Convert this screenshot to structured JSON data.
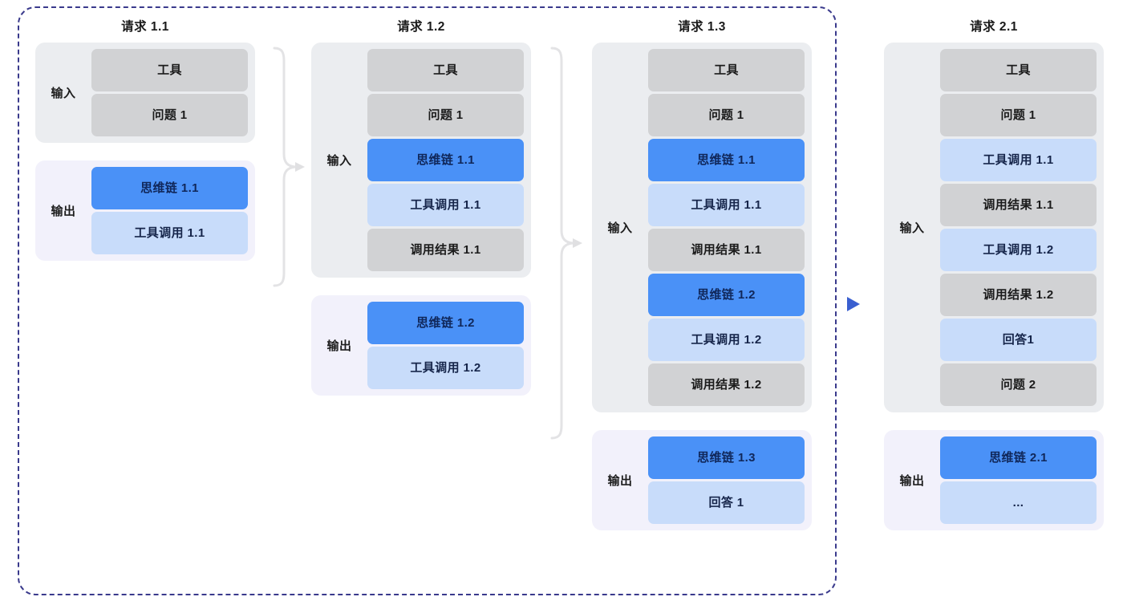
{
  "diagram": {
    "title_semantic": "agent-multi-turn-context-growth",
    "session_boundary_label": "dashed-session-boundary",
    "colors": {
      "dashed_border": "#3a3a8c",
      "input_panel": "#ebedf0",
      "output_panel": "#f2f1fb",
      "chip_gray": "#d1d2d4",
      "chip_blue_solid": "#4a91f7",
      "chip_blue_light": "#c8dcfa",
      "brace": "#e2e2e4",
      "arrow_blue": "#3a5fd0",
      "canvas": "#ffffff"
    },
    "labels": {
      "input": "输入",
      "output": "输出"
    }
  },
  "columns": [
    {
      "id": "request-1-1",
      "title": "请求 1.1",
      "input": {
        "label": "输入",
        "chips": [
          {
            "text": "工具",
            "style": "gray"
          },
          {
            "text": "问题 1",
            "style": "gray"
          }
        ]
      },
      "output": {
        "label": "输出",
        "chips": [
          {
            "text": "思维链 1.1",
            "style": "blue-solid"
          },
          {
            "text": "工具调用 1.1",
            "style": "blue-light"
          }
        ]
      }
    },
    {
      "id": "request-1-2",
      "title": "请求 1.2",
      "input": {
        "label": "输入",
        "chips": [
          {
            "text": "工具",
            "style": "gray"
          },
          {
            "text": "问题 1",
            "style": "gray"
          },
          {
            "text": "思维链 1.1",
            "style": "blue-solid"
          },
          {
            "text": "工具调用 1.1",
            "style": "blue-light"
          },
          {
            "text": "调用结果 1.1",
            "style": "gray"
          }
        ]
      },
      "output": {
        "label": "输出",
        "chips": [
          {
            "text": "思维链 1.2",
            "style": "blue-solid"
          },
          {
            "text": "工具调用 1.2",
            "style": "blue-light"
          }
        ]
      }
    },
    {
      "id": "request-1-3",
      "title": "请求 1.3",
      "input": {
        "label": "输入",
        "chips": [
          {
            "text": "工具",
            "style": "gray"
          },
          {
            "text": "问题 1",
            "style": "gray"
          },
          {
            "text": "思维链 1.1",
            "style": "blue-solid"
          },
          {
            "text": "工具调用 1.1",
            "style": "blue-light"
          },
          {
            "text": "调用结果 1.1",
            "style": "gray"
          },
          {
            "text": "思维链 1.2",
            "style": "blue-solid"
          },
          {
            "text": "工具调用 1.2",
            "style": "blue-light"
          },
          {
            "text": "调用结果 1.2",
            "style": "gray"
          }
        ]
      },
      "output": {
        "label": "输出",
        "chips": [
          {
            "text": "思维链 1.3",
            "style": "blue-solid"
          },
          {
            "text": "回答 1",
            "style": "blue-light"
          }
        ]
      }
    },
    {
      "id": "request-2-1",
      "title": "请求 2.1",
      "input": {
        "label": "输入",
        "chips": [
          {
            "text": "工具",
            "style": "gray"
          },
          {
            "text": "问题 1",
            "style": "gray"
          },
          {
            "text": "工具调用 1.1",
            "style": "blue-light"
          },
          {
            "text": "调用结果 1.1",
            "style": "gray"
          },
          {
            "text": "工具调用 1.2",
            "style": "blue-light"
          },
          {
            "text": "调用结果 1.2",
            "style": "gray"
          },
          {
            "text": "回答1",
            "style": "blue-light"
          },
          {
            "text": "问题 2",
            "style": "gray"
          }
        ]
      },
      "output": {
        "label": "输出",
        "chips": [
          {
            "text": "思维链 2.1",
            "style": "blue-solid"
          },
          {
            "text": "...",
            "style": "blue-light"
          }
        ]
      }
    }
  ],
  "connectors": [
    {
      "id": "brace-1-to-2",
      "from": "request-1-1",
      "to": "request-1-2",
      "kind": "brace-arrow"
    },
    {
      "id": "brace-2-to-3",
      "from": "request-1-2",
      "to": "request-1-3",
      "kind": "brace-arrow"
    },
    {
      "id": "arrow-session-1-to-2",
      "from": "request-1-3",
      "to": "request-2-1",
      "kind": "blue-arrow"
    }
  ]
}
